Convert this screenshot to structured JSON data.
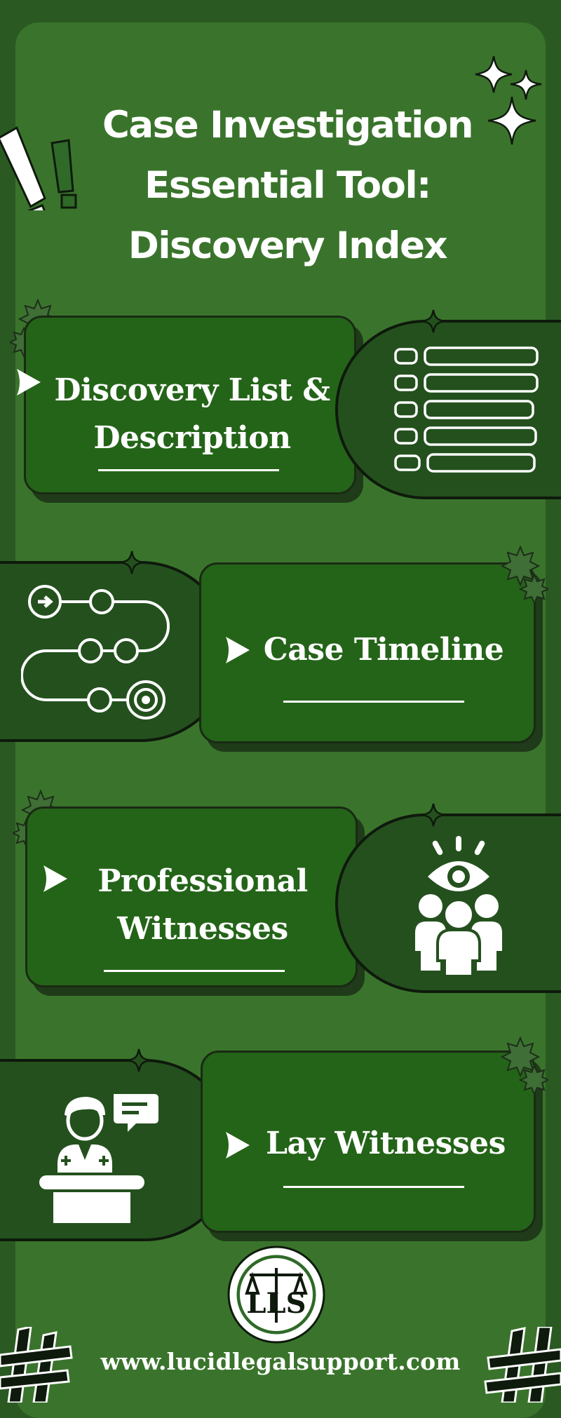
{
  "header": {
    "title_lines": [
      "Case Investigation",
      "Essential Tool:",
      "Discovery Index"
    ]
  },
  "sections": [
    {
      "label_lines": [
        "Discovery List &",
        "Description"
      ],
      "icon": "checklist-icon"
    },
    {
      "label_lines": [
        "Case Timeline"
      ],
      "icon": "timeline-path-icon"
    },
    {
      "label_lines": [
        "Professional",
        "Witnesses"
      ],
      "icon": "eye-group-icon"
    },
    {
      "label_lines": [
        "Lay Witnesses"
      ],
      "icon": "witness-stand-icon"
    }
  ],
  "footer": {
    "logo_letters": "LLS",
    "url": "www.lucidlegalsupport.com"
  },
  "colors": {
    "background": "#2a5a22",
    "panel": "#3a742c",
    "card": "#246418",
    "icon_pill": "#24501e",
    "text": "#ffffff"
  }
}
